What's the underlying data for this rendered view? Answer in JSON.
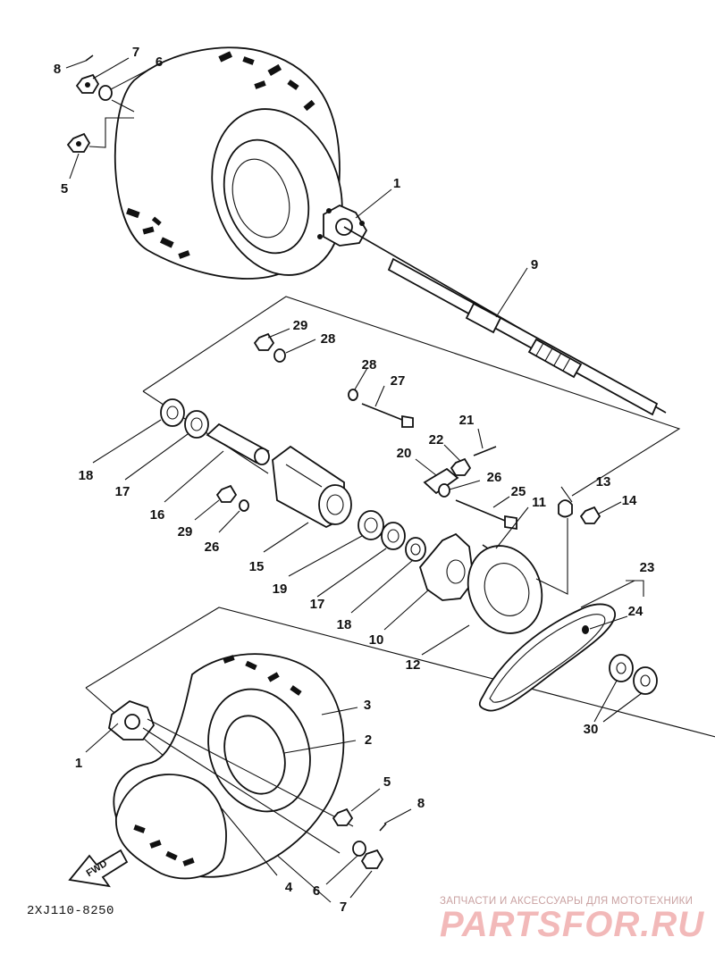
{
  "diagram": {
    "code": "2XJ110-8250",
    "fwd_label": "FWD",
    "callouts": [
      {
        "id": "c8-top",
        "label": "8"
      },
      {
        "id": "c7-top",
        "label": "7"
      },
      {
        "id": "c6-top",
        "label": "6"
      },
      {
        "id": "c5-top",
        "label": "5"
      },
      {
        "id": "c1-top",
        "label": "1"
      },
      {
        "id": "c9",
        "label": "9"
      },
      {
        "id": "c29-top",
        "label": "29"
      },
      {
        "id": "c28-top",
        "label": "28"
      },
      {
        "id": "c28-mid",
        "label": "28"
      },
      {
        "id": "c27",
        "label": "27"
      },
      {
        "id": "c21",
        "label": "21"
      },
      {
        "id": "c22",
        "label": "22"
      },
      {
        "id": "c20",
        "label": "20"
      },
      {
        "id": "c26-right",
        "label": "26"
      },
      {
        "id": "c25",
        "label": "25"
      },
      {
        "id": "c11",
        "label": "11"
      },
      {
        "id": "c13",
        "label": "13"
      },
      {
        "id": "c14",
        "label": "14"
      },
      {
        "id": "c18-left",
        "label": "18"
      },
      {
        "id": "c17-left",
        "label": "17"
      },
      {
        "id": "c16",
        "label": "16"
      },
      {
        "id": "c29-low",
        "label": "29"
      },
      {
        "id": "c26-low",
        "label": "26"
      },
      {
        "id": "c15",
        "label": "15"
      },
      {
        "id": "c19",
        "label": "19"
      },
      {
        "id": "c17-low",
        "label": "17"
      },
      {
        "id": "c18-low",
        "label": "18"
      },
      {
        "id": "c10",
        "label": "10"
      },
      {
        "id": "c12",
        "label": "12"
      },
      {
        "id": "c23",
        "label": "23"
      },
      {
        "id": "c24",
        "label": "24"
      },
      {
        "id": "c30",
        "label": "30"
      },
      {
        "id": "c3",
        "label": "3"
      },
      {
        "id": "c2",
        "label": "2"
      },
      {
        "id": "c1-bottom",
        "label": "1"
      },
      {
        "id": "c5-bottom",
        "label": "5"
      },
      {
        "id": "c8-bottom",
        "label": "8"
      },
      {
        "id": "c4",
        "label": "4"
      },
      {
        "id": "c6-bottom",
        "label": "6"
      },
      {
        "id": "c7-bottom",
        "label": "7"
      }
    ]
  },
  "watermark": {
    "tagline": "ЗАПЧАСТИ И АКСЕССУАРЫ ДЛЯ МОТОТЕХНИКИ",
    "logo": "PARTSFOR.RU"
  },
  "colors": {
    "ink": "#111111",
    "background": "#ffffff",
    "watermark_logo": "#f2b9b9",
    "watermark_text": "#c9a1a1"
  }
}
